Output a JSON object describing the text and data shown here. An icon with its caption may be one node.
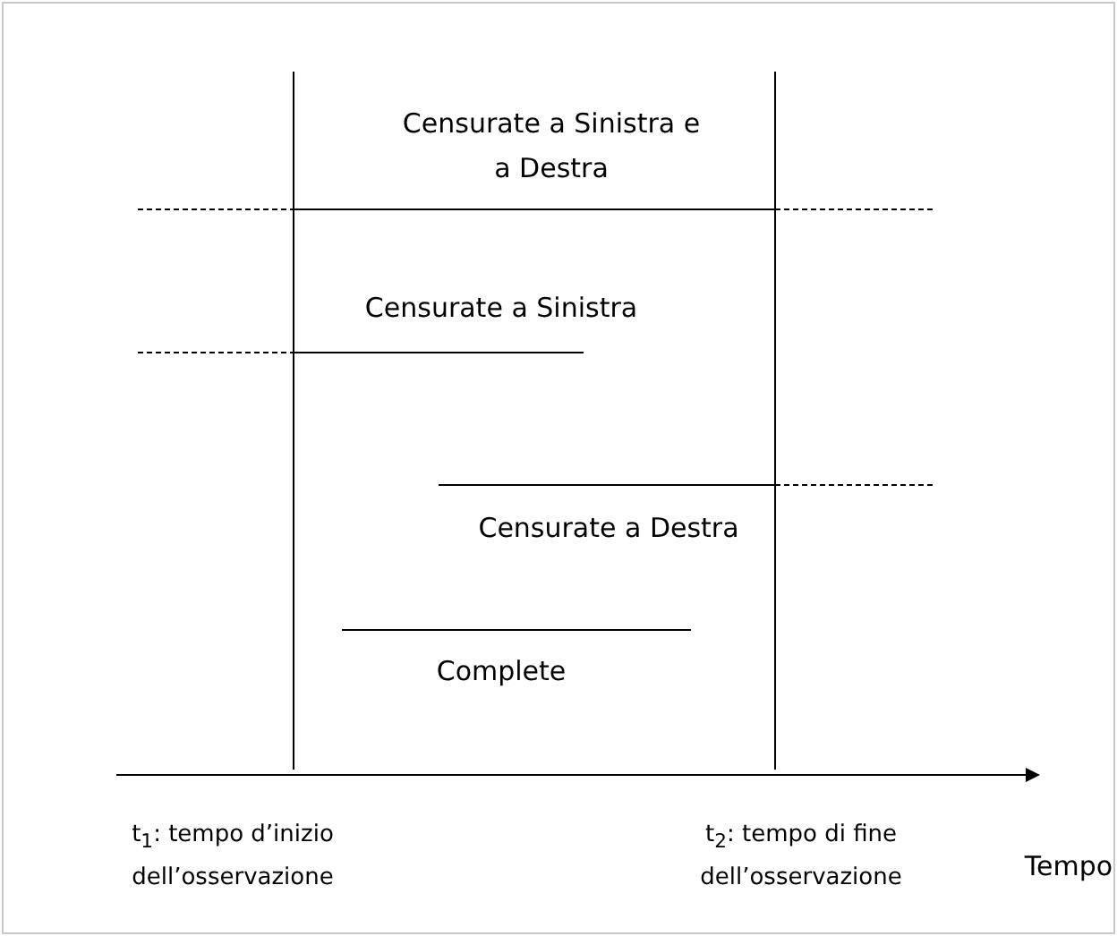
{
  "diagram": {
    "labels": [
      "Censurate a Sinistra e a Destra",
      "Censurate a Sinistra",
      "Censurate a Destra",
      "Complete",
      "Tempo",
      "t$_{1}$: tempo d’inizio dell’osservazione",
      "t$_{2}$: tempo di fine dell’osservazione"
    ]
  }
}
